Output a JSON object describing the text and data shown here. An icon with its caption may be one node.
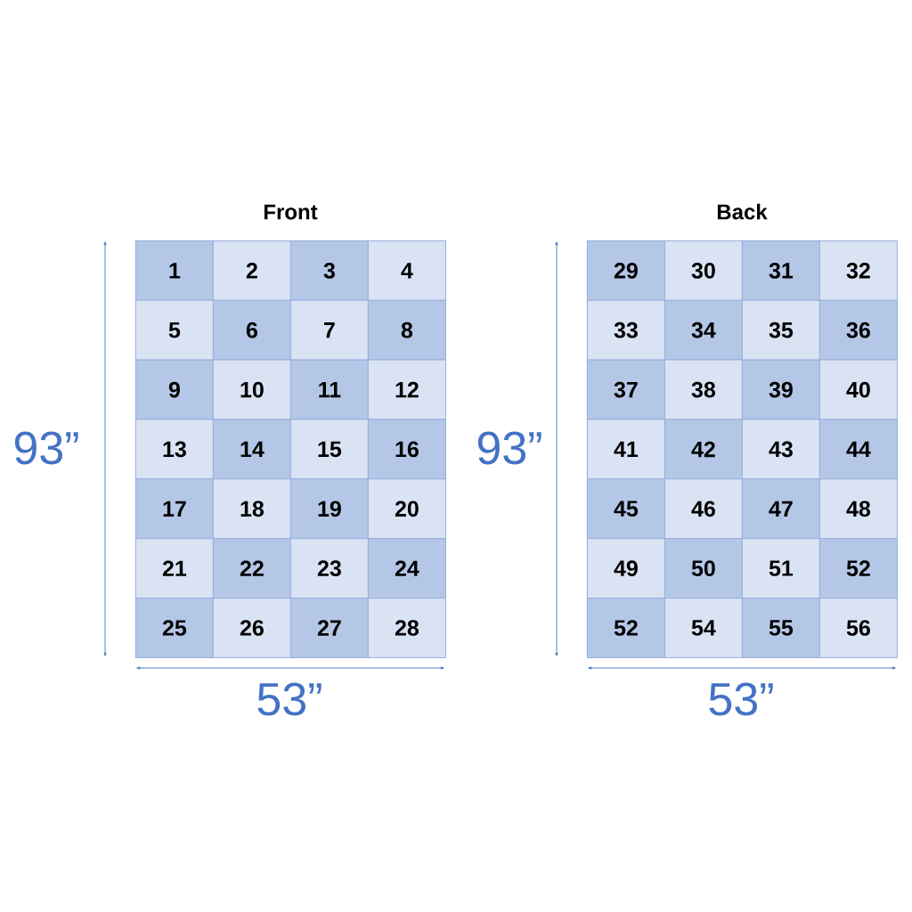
{
  "diagram": {
    "nodes": [
      {
        "text": [
          "Front"
        ]
      },
      {
        "text": [
          "1"
        ],
        "in": 0
      },
      {
        "text": [
          "2"
        ],
        "in": 0
      },
      {
        "text": [
          "3"
        ],
        "in": 0
      },
      {
        "text": [
          "4"
        ],
        "in": 0
      },
      {
        "text": [
          "5"
        ],
        "in": 0
      },
      {
        "text": [
          "6"
        ],
        "in": 0
      },
      {
        "text": [
          "7"
        ],
        "in": 0
      },
      {
        "text": [
          "8"
        ],
        "in": 0
      },
      {
        "text": [
          "9"
        ],
        "in": 0
      },
      {
        "text": [
          "10"
        ],
        "in": 0
      },
      {
        "text": [
          "11"
        ],
        "in": 0
      },
      {
        "text": [
          "12"
        ],
        "in": 0
      },
      {
        "text": [
          "13"
        ],
        "in": 0
      },
      {
        "text": [
          "14"
        ],
        "in": 0
      },
      {
        "text": [
          "15"
        ],
        "in": 0
      },
      {
        "text": [
          "16"
        ],
        "in": 0
      },
      {
        "text": [
          "17"
        ],
        "in": 0
      },
      {
        "text": [
          "18"
        ],
        "in": 0
      },
      {
        "text": [
          "19"
        ],
        "in": 0
      },
      {
        "text": [
          "20"
        ],
        "in": 0
      },
      {
        "text": [
          "21"
        ],
        "in": 0
      },
      {
        "text": [
          "22"
        ],
        "in": 0
      },
      {
        "text": [
          "23"
        ],
        "in": 0
      },
      {
        "text": [
          "24"
        ],
        "in": 0
      },
      {
        "text": [
          "25"
        ],
        "in": 0
      },
      {
        "text": [
          "26"
        ],
        "in": 0
      },
      {
        "text": [
          "27"
        ],
        "in": 0
      },
      {
        "text": [
          "28"
        ],
        "in": 0
      },
      {
        "text": [
          "Back"
        ]
      },
      {
        "text": [
          "29"
        ],
        "in": 29
      },
      {
        "text": [
          "30"
        ],
        "in": 29
      },
      {
        "text": [
          "31"
        ],
        "in": 29
      },
      {
        "text": [
          "32"
        ],
        "in": 29
      },
      {
        "text": [
          "33"
        ],
        "in": 29
      },
      {
        "text": [
          "34"
        ],
        "in": 29
      },
      {
        "text": [
          "35"
        ],
        "in": 29
      },
      {
        "text": [
          "36"
        ],
        "in": 29
      },
      {
        "text": [
          "37"
        ],
        "in": 29
      },
      {
        "text": [
          "38"
        ],
        "in": 29
      },
      {
        "text": [
          "39"
        ],
        "in": 29
      },
      {
        "text": [
          "40"
        ],
        "in": 29
      },
      {
        "text": [
          "41"
        ],
        "in": 29
      },
      {
        "text": [
          "42"
        ],
        "in": 29
      },
      {
        "text": [
          "43"
        ],
        "in": 29
      },
      {
        "text": [
          "44"
        ],
        "in": 29
      },
      {
        "text": [
          "45"
        ],
        "in": 29
      },
      {
        "text": [
          "46"
        ],
        "in": 29
      },
      {
        "text": [
          "47"
        ],
        "in": 29
      },
      {
        "text": [
          "48"
        ],
        "in": 29
      },
      {
        "text": [
          "49"
        ],
        "in": 29
      },
      {
        "text": [
          "50"
        ],
        "in": 29
      },
      {
        "text": [
          "51"
        ],
        "in": 29
      },
      {
        "text": [
          "52"
        ],
        "in": 29
      },
      {
        "text": [
          "52"
        ],
        "in": 29
      },
      {
        "text": [
          "54"
        ],
        "in": 29
      },
      {
        "text": [
          "55"
        ],
        "in": 29
      },
      {
        "text": [
          "56"
        ],
        "in": 29
      }
    ],
    "labels": [
      "93”",
      "93”",
      "53”",
      "53”"
    ]
  }
}
